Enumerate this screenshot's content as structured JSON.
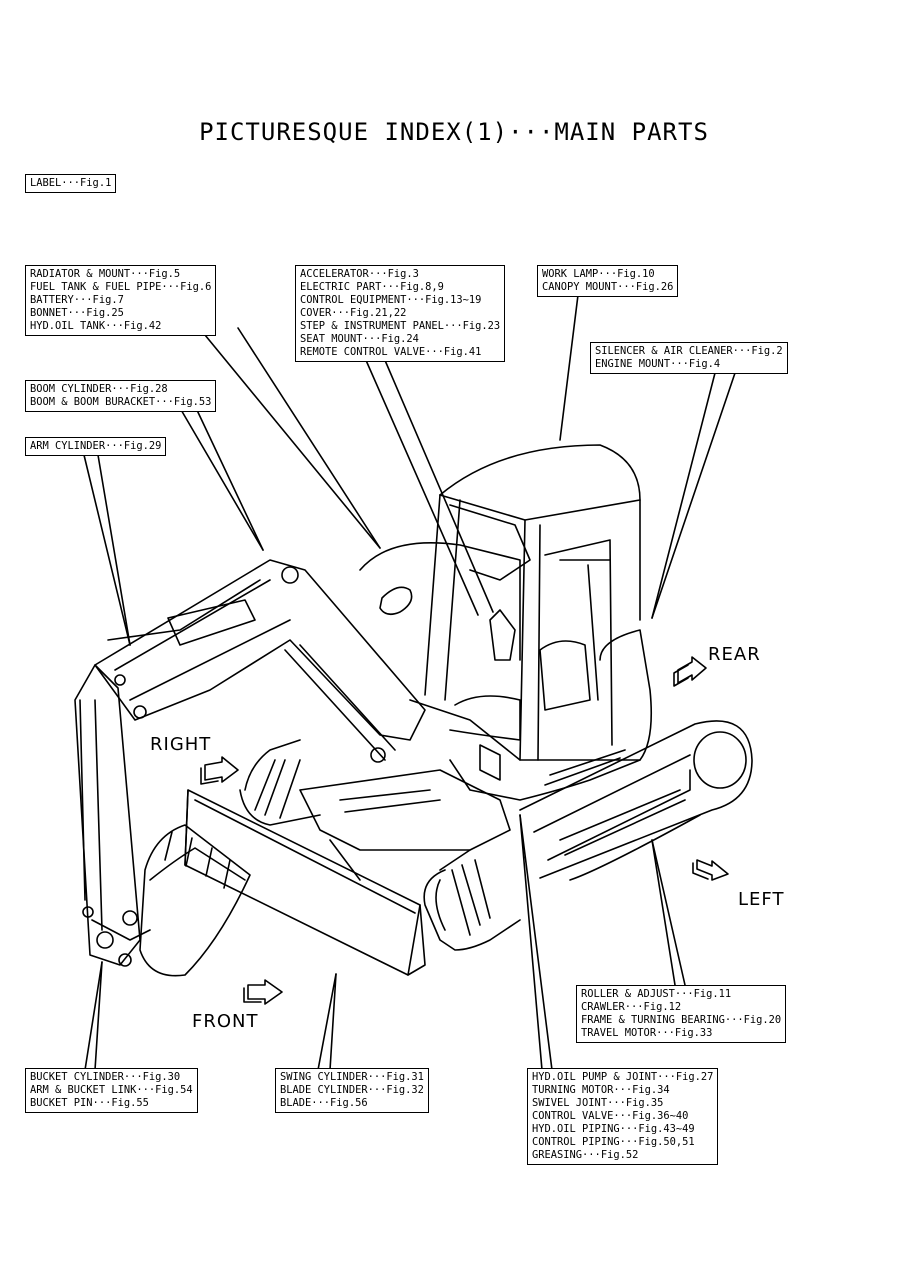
{
  "title": "PICTURESQUE INDEX(1)···MAIN PARTS",
  "labels": {
    "label_box": [
      "LABEL···Fig.1"
    ],
    "radiator_box": [
      "RADIATOR & MOUNT···Fig.5",
      "FUEL TANK & FUEL PIPE···Fig.6",
      "BATTERY···Fig.7",
      "BONNET···Fig.25",
      "HYD.OIL TANK···Fig.42"
    ],
    "accelerator_box": [
      "ACCELERATOR···Fig.3",
      "ELECTRIC PART···Fig.8,9",
      "CONTROL EQUIPMENT···Fig.13~19",
      "COVER···Fig.21,22",
      "STEP & INSTRUMENT PANEL···Fig.23",
      "SEAT MOUNT···Fig.24",
      "REMOTE CONTROL VALVE···Fig.41"
    ],
    "worklamp_box": [
      "WORK LAMP···Fig.10",
      "CANOPY MOUNT···Fig.26"
    ],
    "silencer_box": [
      "SILENCER & AIR CLEANER···Fig.2",
      "ENGINE MOUNT···Fig.4"
    ],
    "boom_box": [
      "BOOM CYLINDER···Fig.28",
      "BOOM & BOOM BURACKET···Fig.53"
    ],
    "arm_box": [
      "ARM CYLINDER···Fig.29"
    ],
    "roller_box": [
      "ROLLER & ADJUST···Fig.11",
      "CRAWLER···Fig.12",
      "FRAME & TURNING BEARING···Fig.20",
      "TRAVEL MOTOR···Fig.33"
    ],
    "bucket_box": [
      "BUCKET CYLINDER···Fig.30",
      "ARM & BUCKET LINK···Fig.54",
      "BUCKET PIN···Fig.55"
    ],
    "swing_box": [
      "SWING CYLINDER···Fig.31",
      "BLADE CYLINDER···Fig.32",
      "BLADE···Fig.56"
    ],
    "hydpump_box": [
      "HYD.OIL PUMP & JOINT···Fig.27",
      "TURNING MOTOR···Fig.34",
      "SWIVEL JOINT···Fig.35",
      "CONTROL VALVE···Fig.36~40",
      "HYD.OIL PIPING···Fig.43~49",
      "CONTROL PIPING···Fig.50,51",
      "GREASING···Fig.52"
    ]
  },
  "directions": {
    "rear": "REAR",
    "right": "RIGHT",
    "left": "LEFT",
    "front": "FRONT"
  }
}
